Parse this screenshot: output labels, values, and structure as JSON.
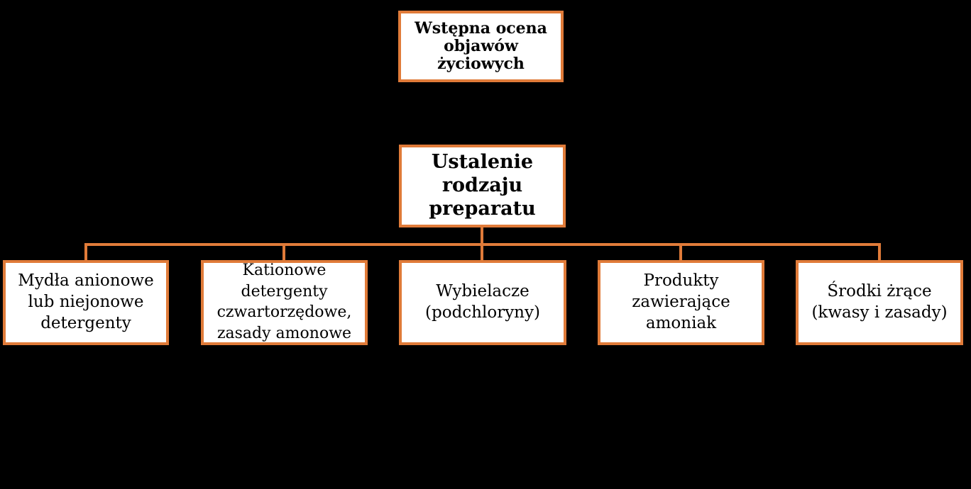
{
  "diagram": {
    "colors": {
      "background": "#000000",
      "box_fill": "#ffffff",
      "border": "#e07b39",
      "connector": "#e07b39",
      "text": "#000000"
    },
    "top_node": {
      "label": "Wstępna ocena objawów życiowych"
    },
    "middle_node": {
      "label": "Ustalenie rodzaju preparatu"
    },
    "leaf_nodes": [
      {
        "label": "Mydła anionowe lub niejonowe detergenty"
      },
      {
        "label": "Kationowe detergenty czwartorzędowe, zasady amonowe"
      },
      {
        "label": "Wybielacze (podchloryny)"
      },
      {
        "label": "Produkty zawierające amoniak"
      },
      {
        "label": "Środki żrące (kwasy i zasady)"
      }
    ]
  }
}
